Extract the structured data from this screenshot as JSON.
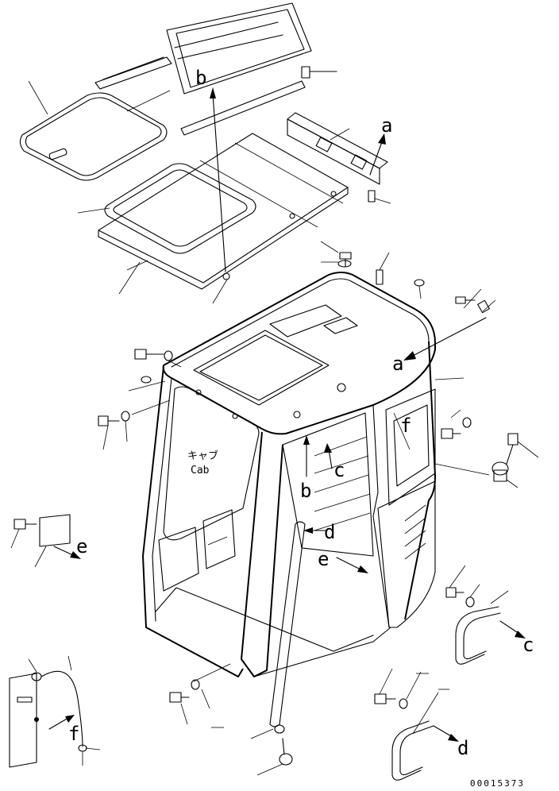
{
  "callouts": {
    "a_top": "a",
    "b_top": "b",
    "a_cab": "a",
    "b_cab": "b",
    "c_cab": "c",
    "d_cab": "d",
    "e_cab": "e",
    "f_cab": "f",
    "e_left": "e",
    "c_right": "c",
    "d_right": "d",
    "f_left": "f"
  },
  "cab_label_jp": "キャブ",
  "cab_label_en": "Cab",
  "drawing_number": "00015373"
}
